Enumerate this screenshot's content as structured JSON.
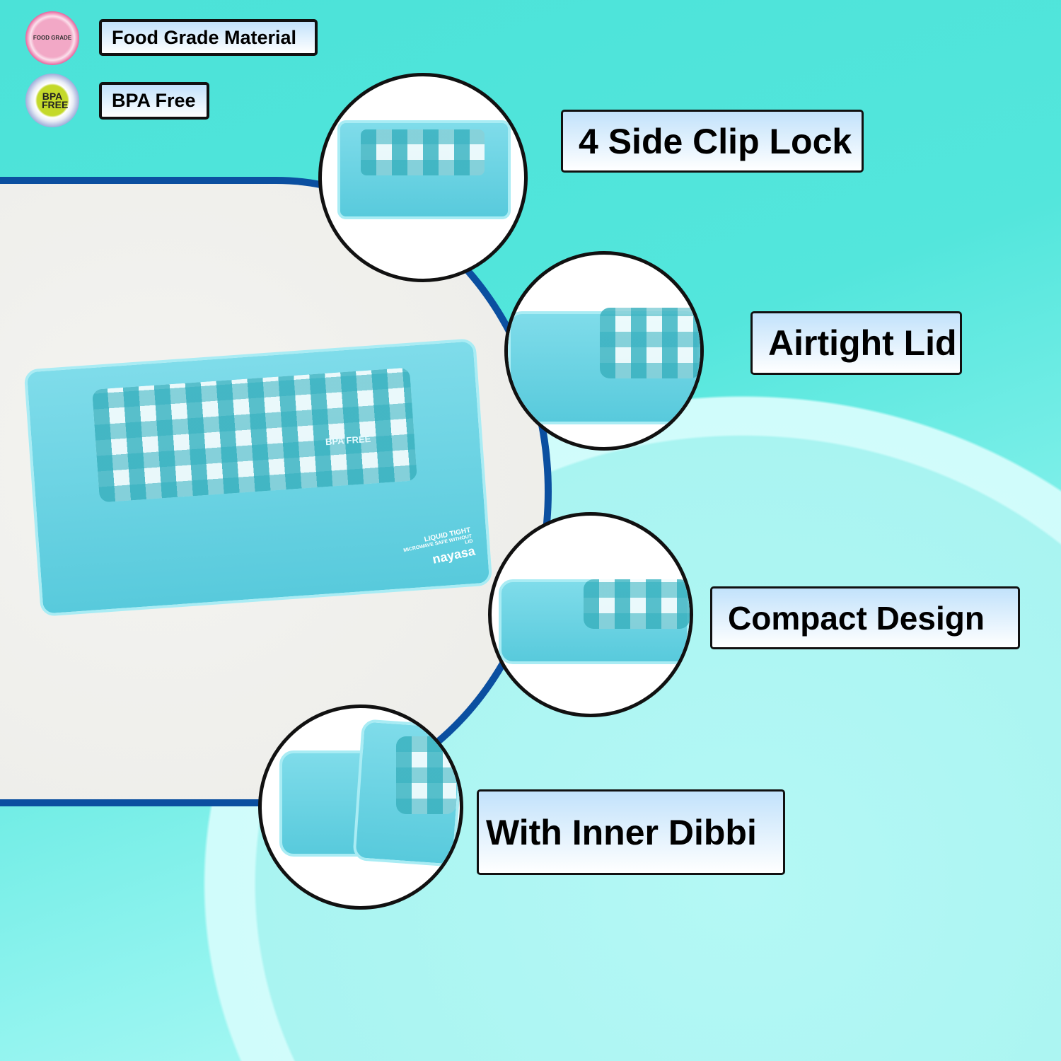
{
  "badges": [
    {
      "icon": "food-grade-icon",
      "icon_text": "FOOD GRADE",
      "label": "Food Grade Material",
      "color": "#e96aa1"
    },
    {
      "icon": "bpa-free-icon",
      "icon_text": "BPA FREE",
      "label": "BPA Free",
      "color": "#c4d92a"
    }
  ],
  "product": {
    "brand": "nayasa",
    "lid_print": "BPA FREE",
    "side_line1": "LIQUID TIGHT",
    "side_line2": "MICROWAVE SAFE WITHOUT LID"
  },
  "features": [
    {
      "label": "4 Side Clip Lock"
    },
    {
      "label": "Airtight Lid"
    },
    {
      "label": "Compact Design"
    },
    {
      "label": "With Inner Dibbi"
    }
  ],
  "colors": {
    "accent_blue": "#0b4fa0",
    "teal": "#4be2d8",
    "product": "#6fd3e3"
  }
}
